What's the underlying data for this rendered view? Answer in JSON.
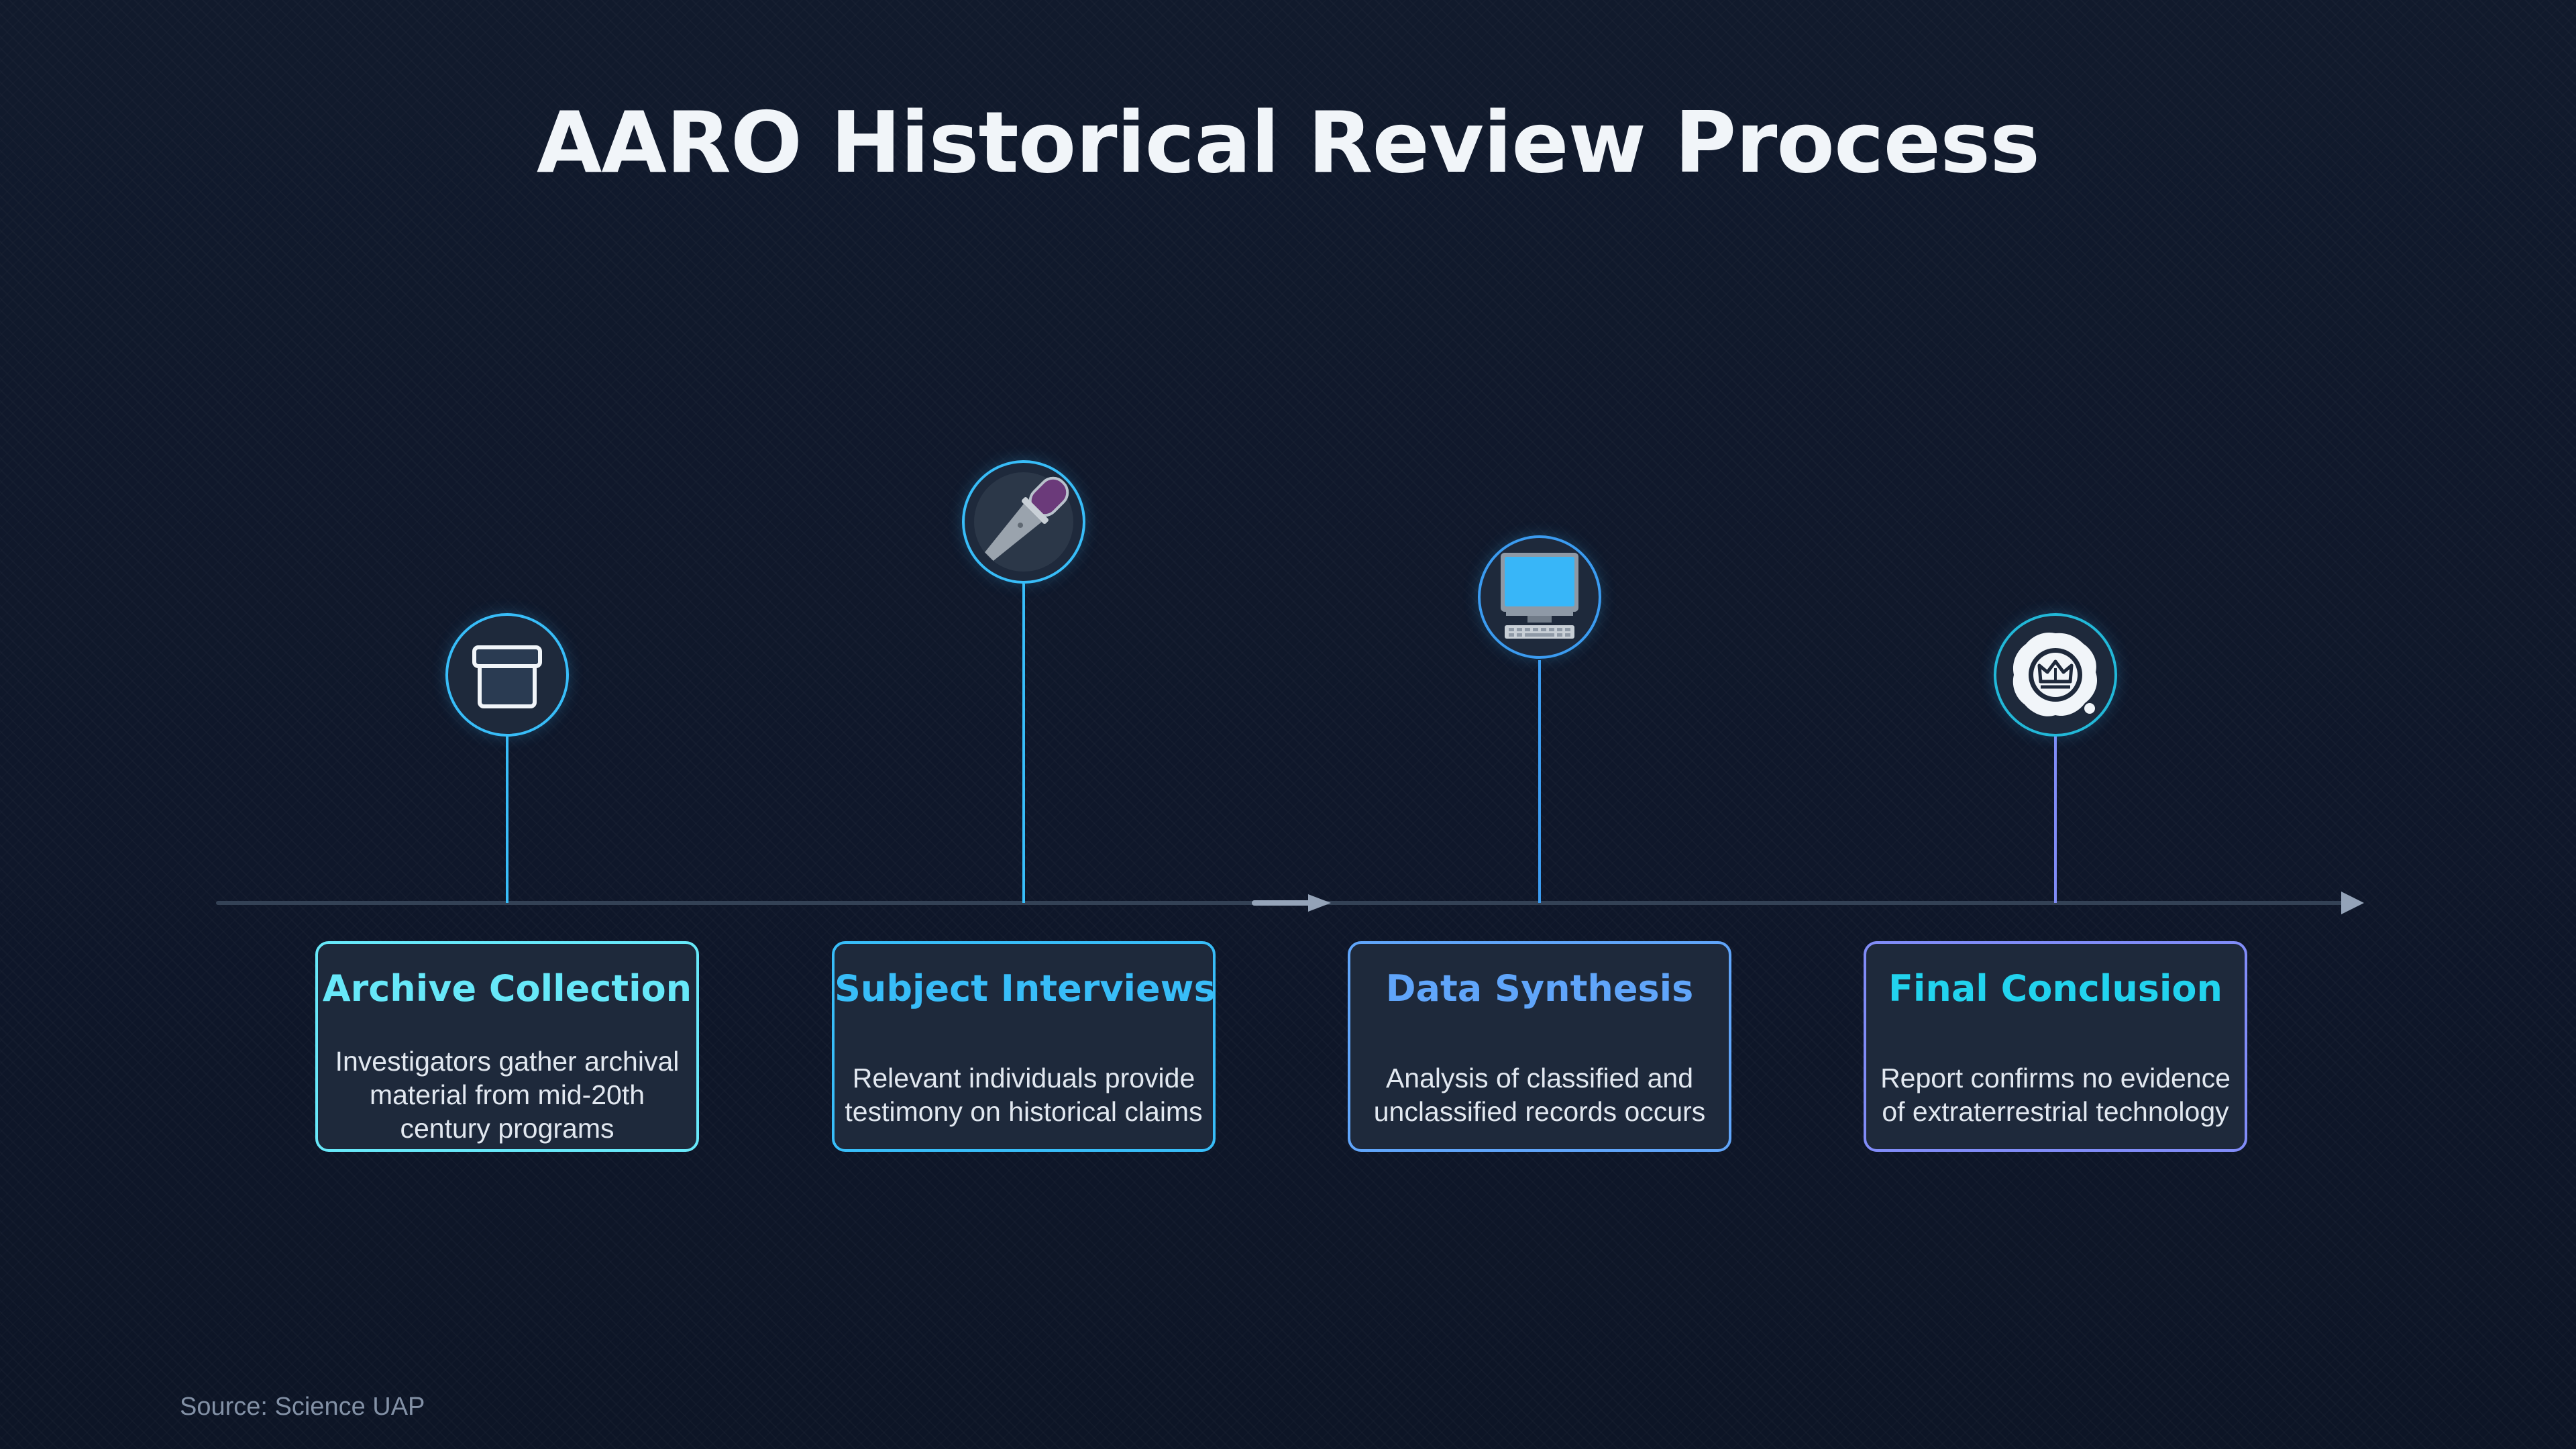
{
  "title": "AARO Historical Review Process",
  "steps": [
    {
      "title": "Archive Collection",
      "body": "Investigators gather archival material from mid-20th century programs",
      "icon": "archive-box-icon",
      "color": "#67e8f9"
    },
    {
      "title": "Subject Interviews",
      "body": "Relevant individuals provide testimony on historical claims",
      "icon": "microphone-icon",
      "color": "#38bdf8"
    },
    {
      "title": "Data Synthesis",
      "body": "Analysis of classified and unclassified records occurs",
      "icon": "desktop-computer-icon",
      "color": "#60a5fa"
    },
    {
      "title": "Final Conclusion",
      "body": "Report confirms no evidence of extraterrestrial technology",
      "icon": "wax-seal-icon",
      "color": "#818cf8"
    }
  ],
  "source": "Source: Science UAP",
  "colors": {
    "background": "#0f172a",
    "card_fill": "#1e293b",
    "title_text": "#f1f5f9",
    "axis": "#334155",
    "arrow": "#94a3b8",
    "step_title_1": "#67e8f9",
    "step_title_2": "#38bdf8",
    "step_title_3": "#60a5fa",
    "step_title_4": "#22d3ee"
  }
}
